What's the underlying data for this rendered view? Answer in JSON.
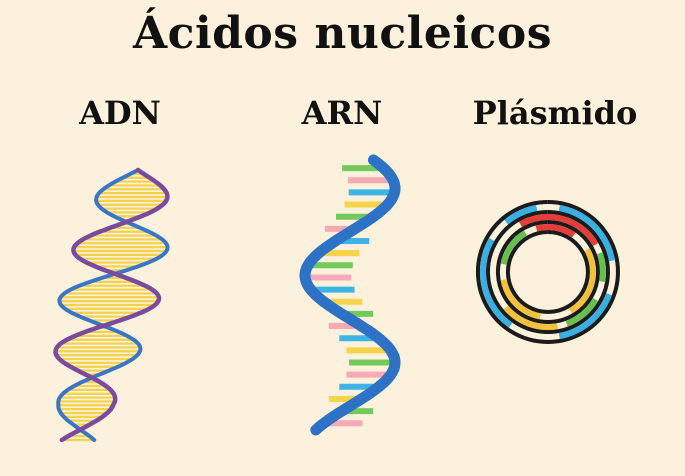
{
  "title": "Ácidos nucleicos",
  "labels": {
    "adn": "ADN",
    "arn": "ARN",
    "plasmid": "Plásmido"
  },
  "colors": {
    "background": "#fbf1dd",
    "text": "#111111",
    "dna_backbone_purple": "#7a4a9e",
    "dna_backbone_blue": "#3b76c6",
    "dna_rungs": "#f4d24a",
    "rna_backbone": "#2d72c4",
    "rna_green": "#74c95b",
    "rna_pink": "#f7a9b6",
    "rna_cyan": "#3fb3e3",
    "rna_yellow": "#f7d34a",
    "plasmid_cyan": "#3ab0e2",
    "plasmid_red": "#e53d3a",
    "plasmid_yellow": "#f3c13c",
    "plasmid_green": "#68bf4f",
    "plasmid_dark": "#1b1b1b"
  }
}
